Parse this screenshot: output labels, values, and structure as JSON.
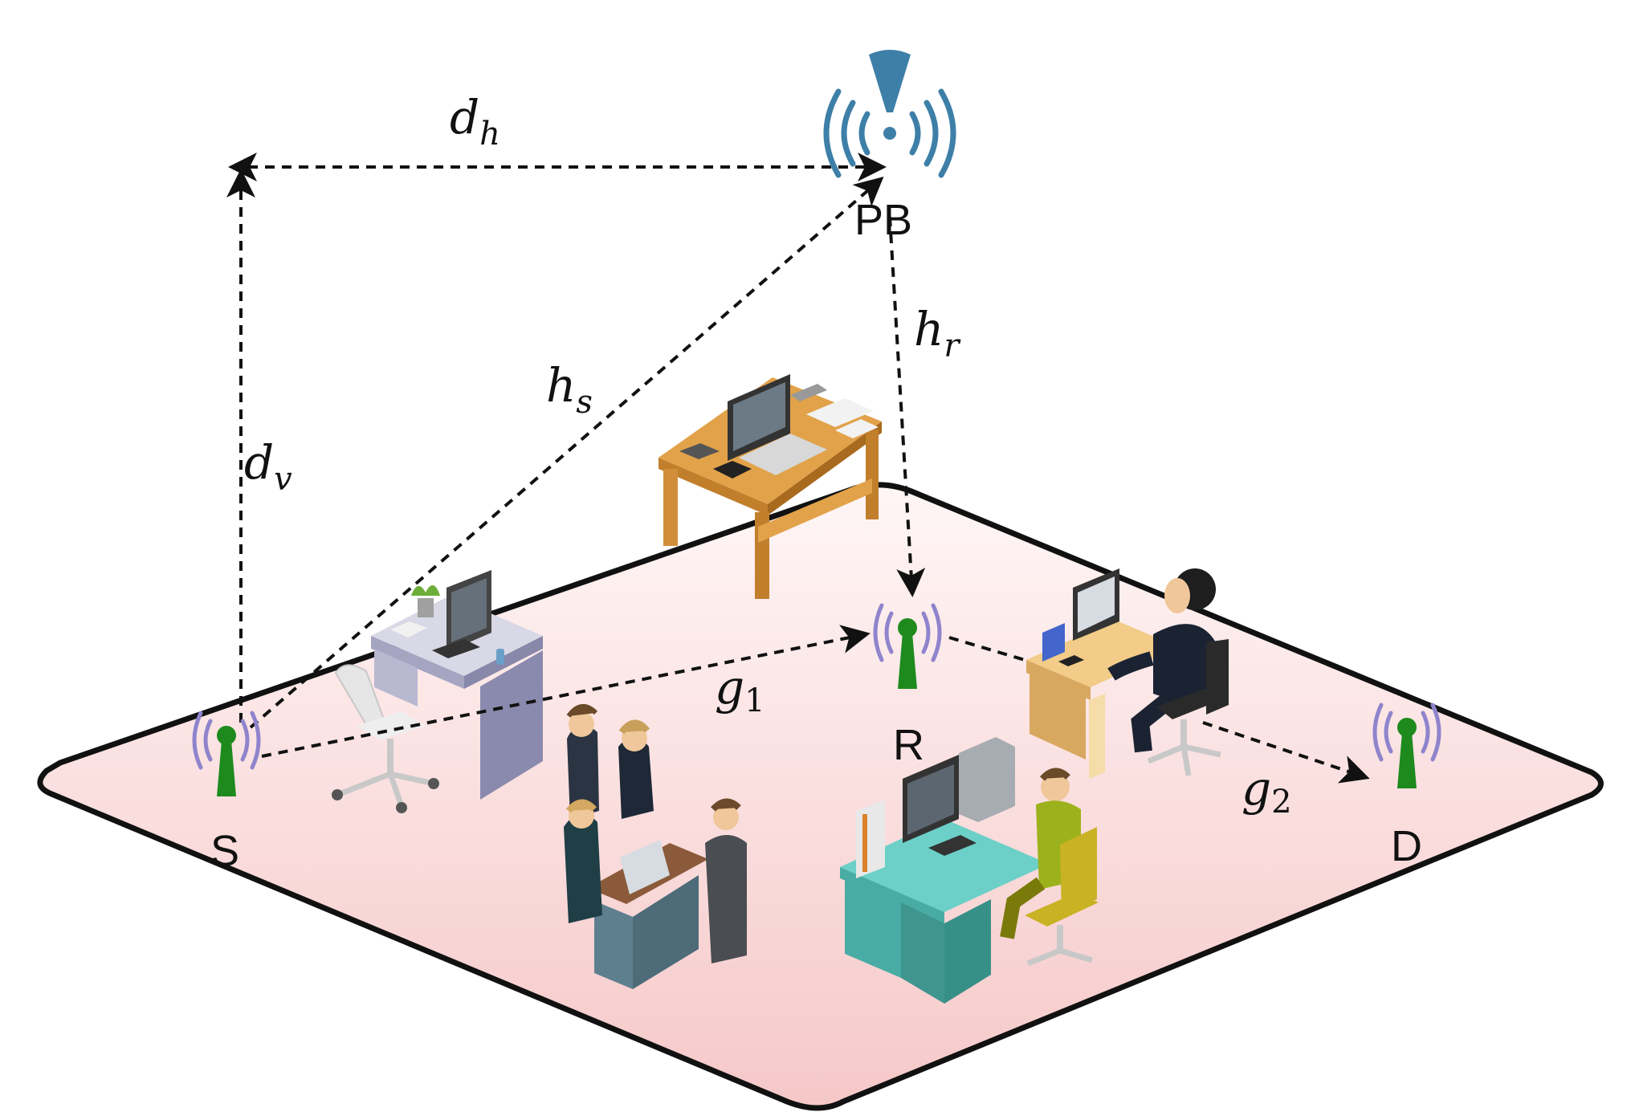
{
  "colors": {
    "floor_top": "#fff6f6",
    "floor_bottom": "#f6c8c8",
    "floor_border": "#111111",
    "node_antenna": "#1e8a1e",
    "node_waves": "#8f84cc",
    "power_beacon": "#3e7fa8"
  },
  "nodes": {
    "source": {
      "label": "S",
      "icon": "antenna-icon"
    },
    "relay": {
      "label": "R",
      "icon": "antenna-icon"
    },
    "destination": {
      "label": "D",
      "icon": "antenna-icon"
    },
    "power_beacon": {
      "label": "PB",
      "icon": "wifi-beacon-icon"
    }
  },
  "links": {
    "d_h": {
      "symbol": "d",
      "sub": "h"
    },
    "d_v": {
      "symbol": "d",
      "sub": "v"
    },
    "h_s": {
      "symbol": "h",
      "sub": "s"
    },
    "h_r": {
      "symbol": "h",
      "sub": "r"
    },
    "g_1": {
      "symbol": "g",
      "sub": "1"
    },
    "g_2": {
      "symbol": "g",
      "sub": "2"
    }
  },
  "illustrations": [
    "office-desk-with-laptop-icon",
    "office-desk-with-computer-icon",
    "worker-at-computer-icon",
    "team-meeting-icon",
    "worker-at-teal-desk-icon"
  ]
}
